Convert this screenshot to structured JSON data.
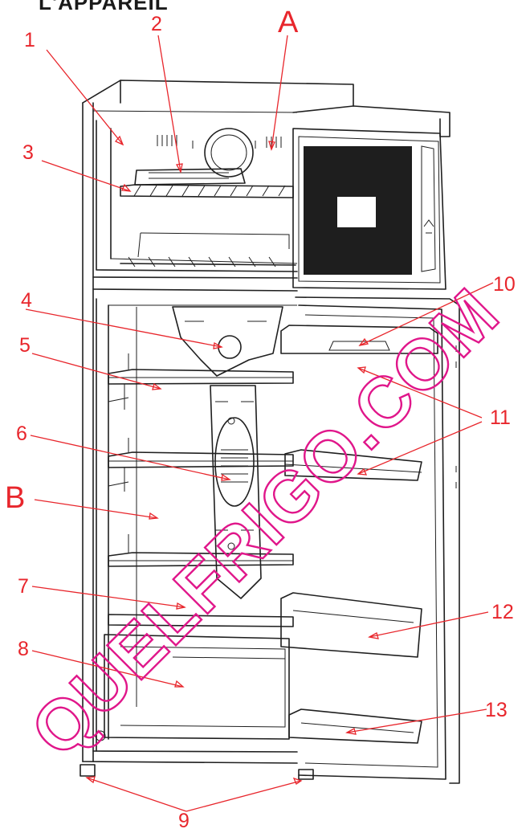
{
  "title": "L'APPAREIL",
  "watermark": "QUELFRIGO.COM",
  "callouts": [
    {
      "id": "1",
      "label": "1"
    },
    {
      "id": "2",
      "label": "2"
    },
    {
      "id": "A",
      "label": "A"
    },
    {
      "id": "3",
      "label": "3"
    },
    {
      "id": "4",
      "label": "4"
    },
    {
      "id": "10",
      "label": "10"
    },
    {
      "id": "5",
      "label": "5"
    },
    {
      "id": "11",
      "label": "11"
    },
    {
      "id": "6",
      "label": "6"
    },
    {
      "id": "B",
      "label": "B"
    },
    {
      "id": "7",
      "label": "7"
    },
    {
      "id": "12",
      "label": "12"
    },
    {
      "id": "8",
      "label": "8"
    },
    {
      "id": "13",
      "label": "13"
    },
    {
      "id": "9",
      "label": "9"
    }
  ],
  "colors": {
    "callout": "#e8262c",
    "line": "#1f1f1f",
    "watermark": "#e0168a",
    "panel": "#1e1e1e"
  }
}
